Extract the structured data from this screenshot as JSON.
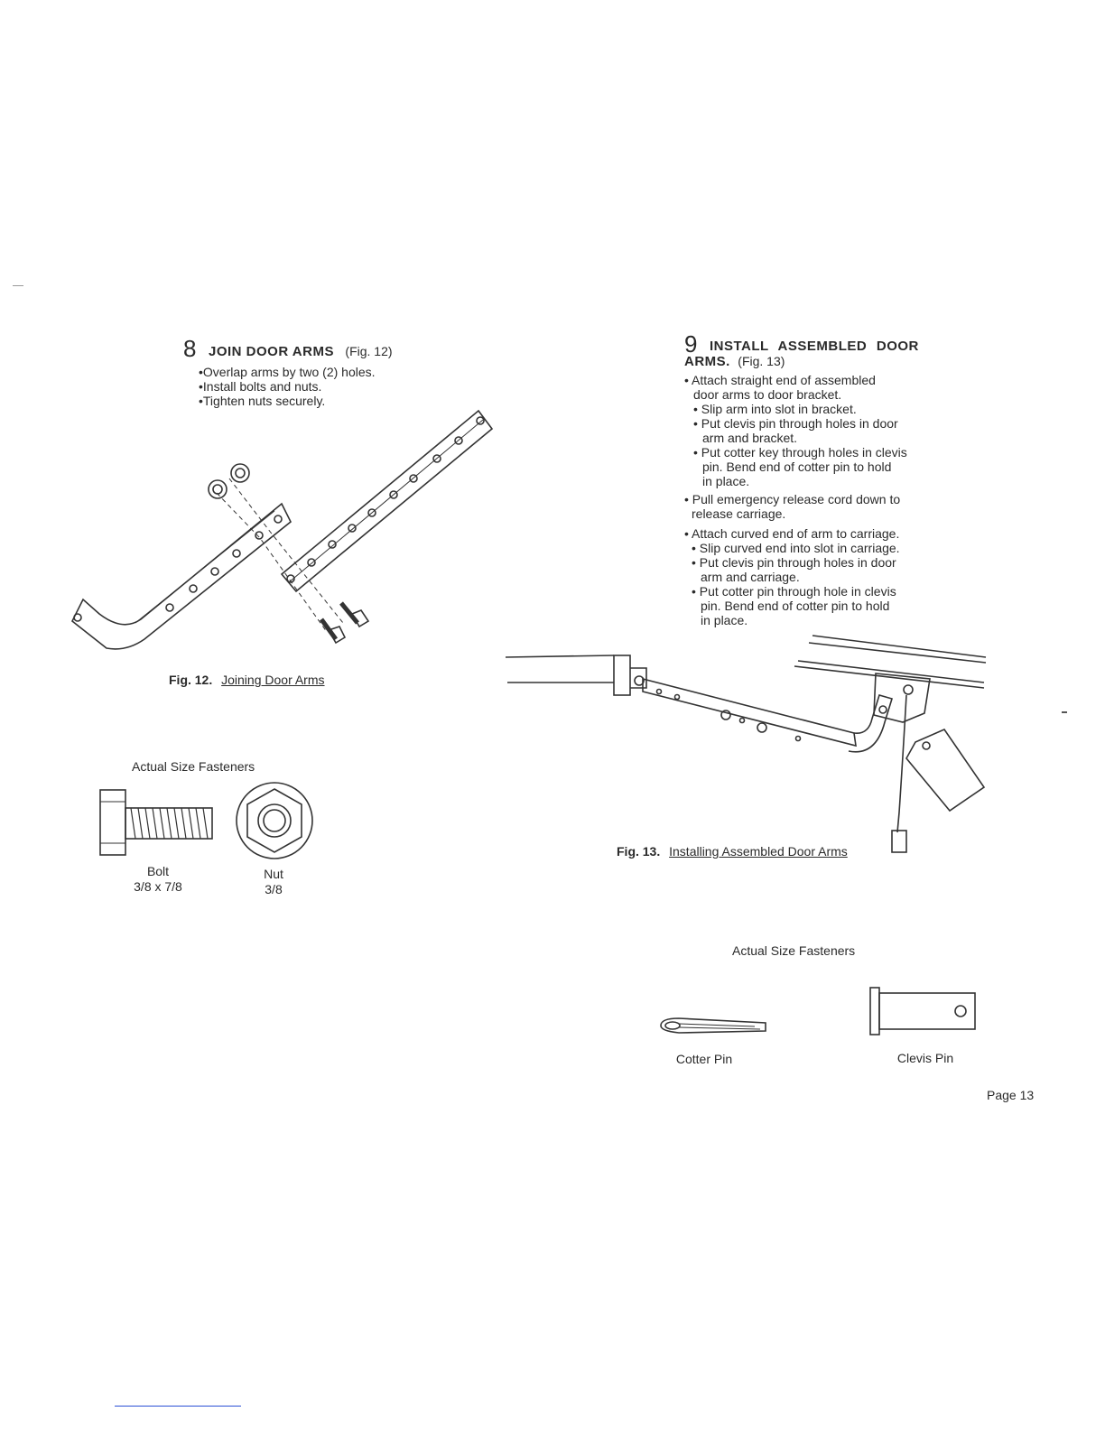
{
  "step8": {
    "number": "8",
    "title": "JOIN DOOR ARMS",
    "fig_ref": "(Fig. 12)",
    "bullets": [
      "•Overlap arms by two (2) holes.",
      "•Install bolts and nuts.",
      "•Tighten nuts securely."
    ],
    "caption_num": "Fig. 12.",
    "caption_text": "Joining Door Arms"
  },
  "fasteners_left": {
    "heading": "Actual Size Fasteners",
    "bolt_name": "Bolt",
    "bolt_size": "3/8 x 7/8",
    "nut_name": "Nut",
    "nut_size": "3/8"
  },
  "step9": {
    "number": "9",
    "title_line1": "INSTALL ASSEMBLED DOOR",
    "title_line2": "ARMS.",
    "fig_ref": "(Fig. 13)",
    "lines": [
      "• Attach straight end of assembled",
      "door arms to door bracket.",
      "• Slip arm into slot in bracket.",
      "• Put clevis pin through holes in door",
      "arm and bracket.",
      "• Put cotter key through holes in clevis",
      "pin. Bend end of cotter pin to hold",
      "in place.",
      "• Pull emergency release cord down to",
      "release carriage.",
      "• Attach curved end of arm to carriage.",
      "• Slip curved end into slot in carriage.",
      "• Put clevis pin through holes in door",
      "arm and carriage.",
      "• Put cotter pin through hole in clevis",
      "pin. Bend end of cotter pin to hold",
      "in place."
    ],
    "caption_num": "Fig. 13.",
    "caption_text": "Installing Assembled Door Arms"
  },
  "fasteners_right": {
    "heading": "Actual Size Fasteners",
    "cotter_pin": "Cotter Pin",
    "clevis_pin": "Clevis Pin"
  },
  "page_label": "Page 13"
}
